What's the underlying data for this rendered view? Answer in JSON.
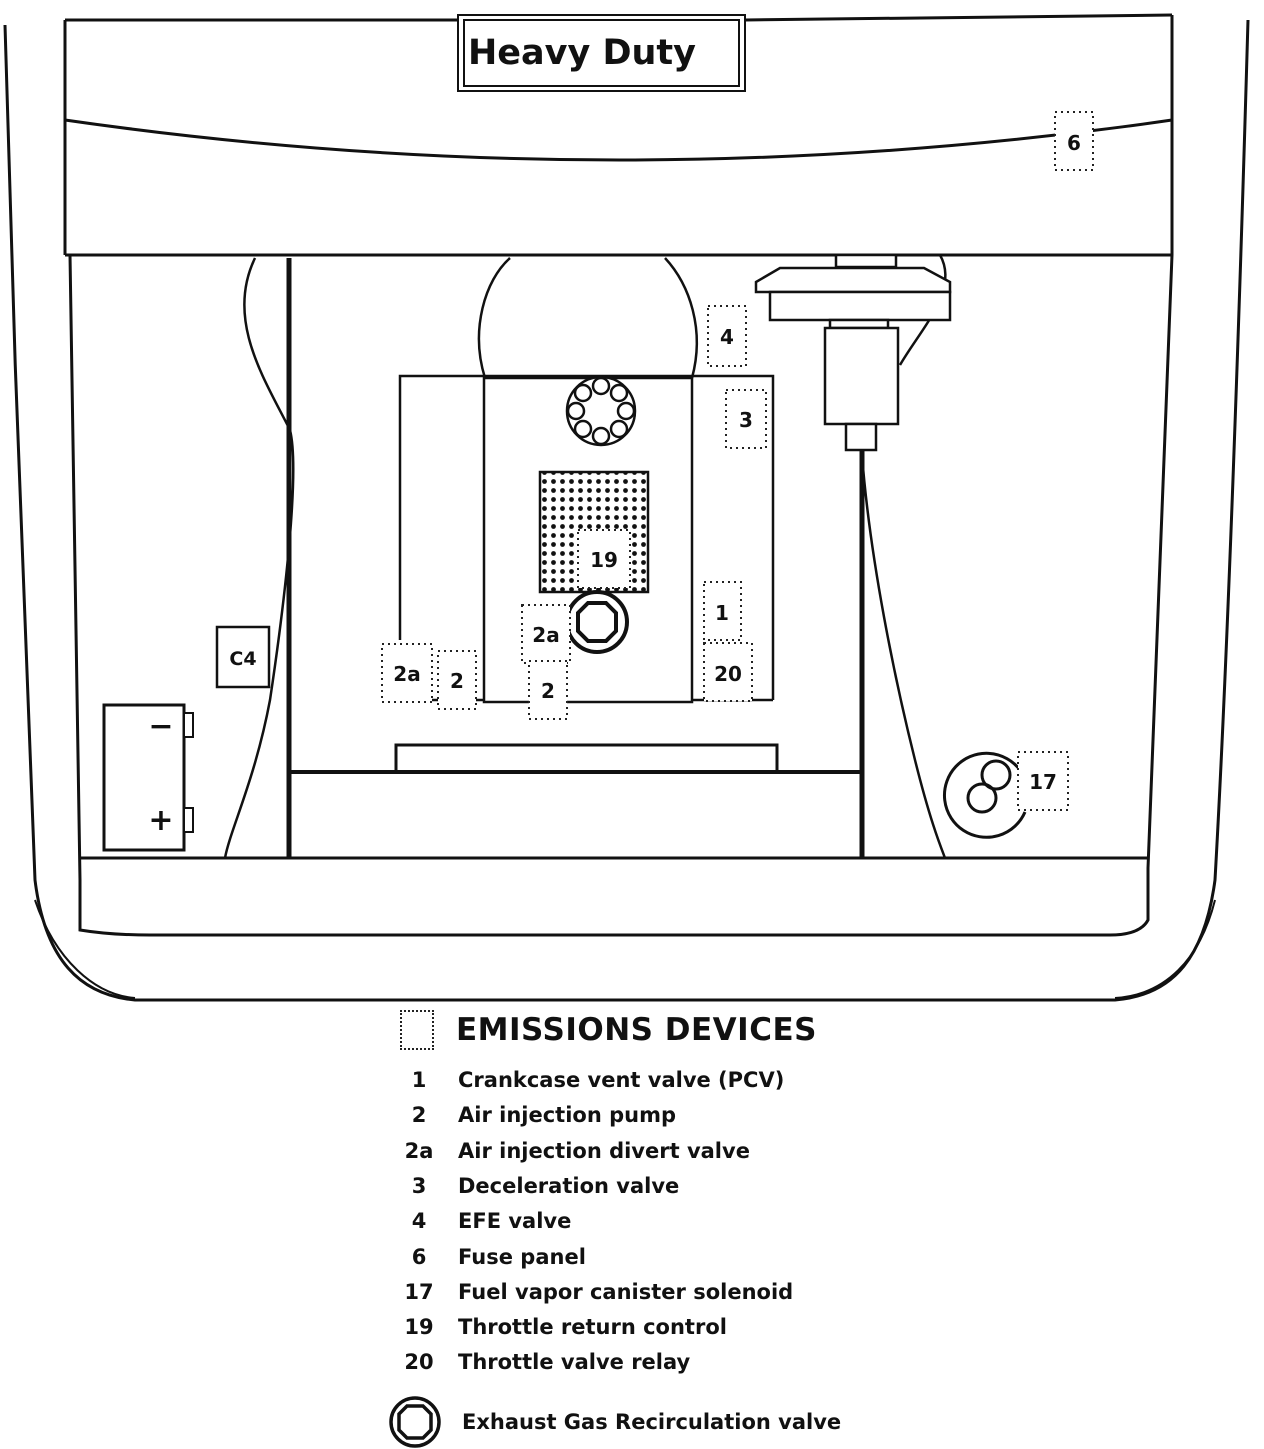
{
  "badge": "Heavy Duty",
  "markers": {
    "fuse_panel": "6",
    "efe_valve": "4",
    "decel_valve": "3",
    "throttle_return": "19",
    "pcv_valve": "1",
    "throttle_relay": "20",
    "divert_valve_center": "2a",
    "divert_valve_left": "2a",
    "air_pump_left": "2",
    "air_pump_center": "2",
    "vapor_solenoid": "17",
    "connector": "C4"
  },
  "battery": {
    "negative": "−",
    "positive": "+"
  },
  "legend": {
    "title": "EMISSIONS DEVICES",
    "items": [
      {
        "num": "1",
        "desc": "Crankcase vent valve (PCV)"
      },
      {
        "num": "2",
        "desc": "Air injection pump"
      },
      {
        "num": "2a",
        "desc": "Air injection divert valve"
      },
      {
        "num": "3",
        "desc": "Deceleration valve"
      },
      {
        "num": "4",
        "desc": "EFE  valve"
      },
      {
        "num": "6",
        "desc": "Fuse panel"
      },
      {
        "num": "17",
        "desc": "Fuel vapor canister solenoid"
      },
      {
        "num": "19",
        "desc": "Throttle return control"
      },
      {
        "num": "20",
        "desc": "Throttle valve relay"
      }
    ],
    "egr": "Exhaust Gas Recirculation valve"
  }
}
